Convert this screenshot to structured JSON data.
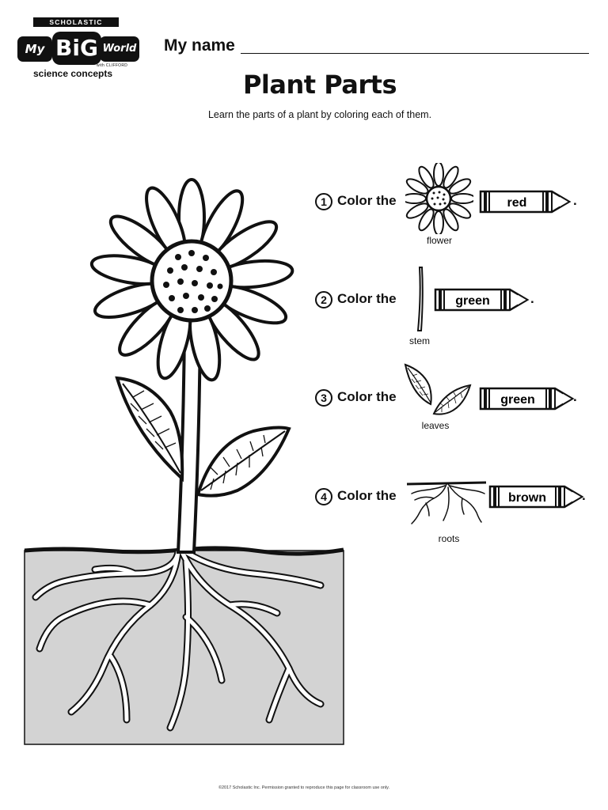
{
  "logo": {
    "publisher": "SCHOLASTIC",
    "my": "My",
    "big": "BiG",
    "world": "World",
    "with": "with CLIFFORD",
    "subtitle": "science concepts"
  },
  "header": {
    "name_label": "My name",
    "title": "Plant Parts",
    "subtitle": "Learn the parts of a plant by coloring each of them."
  },
  "steps": [
    {
      "number": "1",
      "text": "Color the",
      "item": "flower",
      "color_word": "red",
      "period": "."
    },
    {
      "number": "2",
      "text": "Color the",
      "item": "stem",
      "color_word": "green",
      "period": "."
    },
    {
      "number": "3",
      "text": "Color the",
      "item": "leaves",
      "color_word": "green",
      "period": "."
    },
    {
      "number": "4",
      "text": "Color the",
      "item": "roots",
      "color_word": "brown",
      "period": "."
    }
  ],
  "colors": {
    "ink": "#111111",
    "soil": "#d3d3d3",
    "paper": "#ffffff"
  },
  "footer": "©2017 Scholastic Inc. Permission granted to reproduce this page for classroom use only."
}
